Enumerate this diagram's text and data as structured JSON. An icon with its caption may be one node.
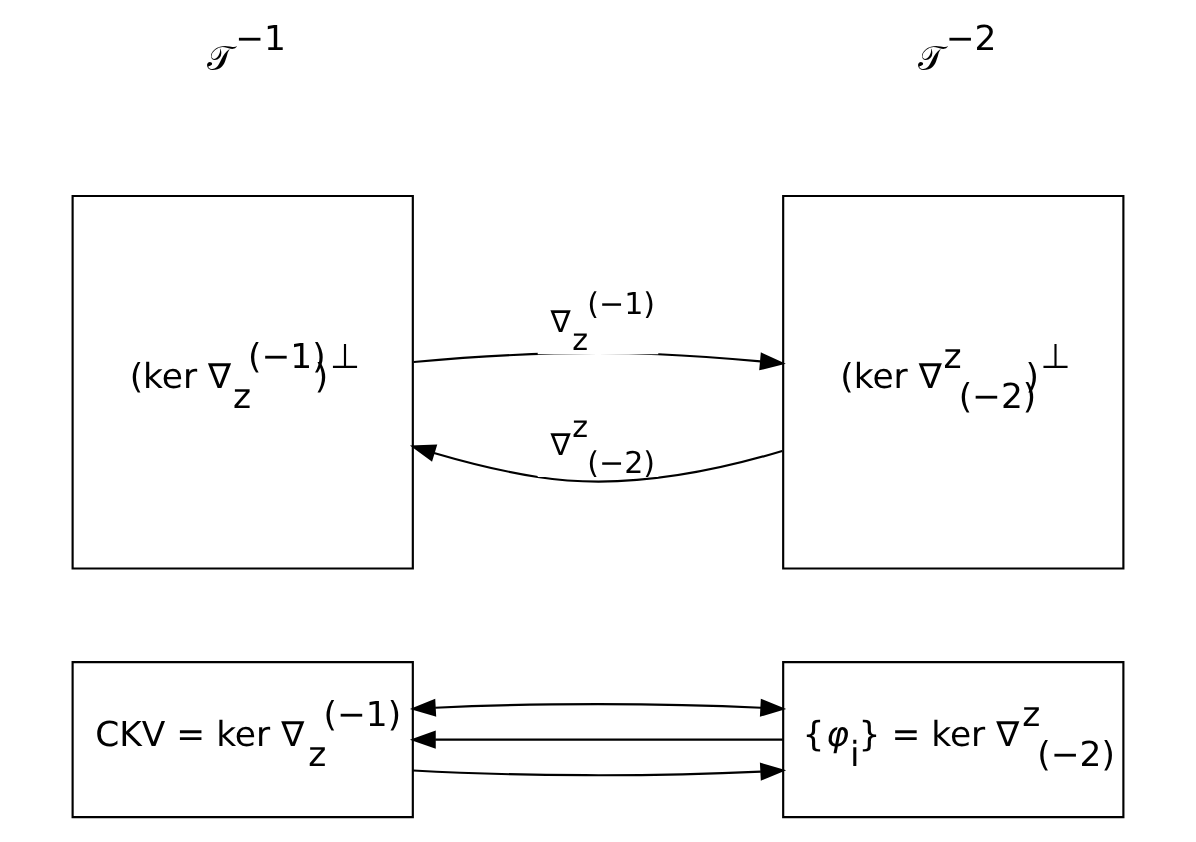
{
  "diagram": {
    "nodes": [
      {
        "text": [
          "(ker ∇$_{z}$$^{(−1)}$)$^{⊥}$"
        ]
      },
      {
        "text": [
          "(ker ∇$^{z}$$_{(−2)}$)$^{⊥}$"
        ]
      },
      {
        "text": [
          "CKV = ker ∇$_{z}$$^{(−1)}$"
        ]
      },
      {
        "text": [
          "{*φ*$_{i}$} = ker ∇$^{z}$$_{(−2)}$"
        ]
      }
    ],
    "edges": [
      {
        "from": 0,
        "to": 1,
        "arrow": "to",
        "label": "∇$_{z}$$^{(−1)}$"
      },
      {
        "from": 1,
        "to": 0,
        "arrow": "to",
        "label": "∇$^{z}$$_{(−2)}$"
      },
      {
        "from": 2,
        "to": 3,
        "arrow": "to"
      },
      {
        "from": 3,
        "to": 2,
        "arrow": "to"
      },
      {
        "from": 2,
        "to": 3,
        "arrow": "both"
      }
    ],
    "labels": [
      "𝒯$^{−1}$",
      "𝒯$^{−2}$"
    ]
  }
}
